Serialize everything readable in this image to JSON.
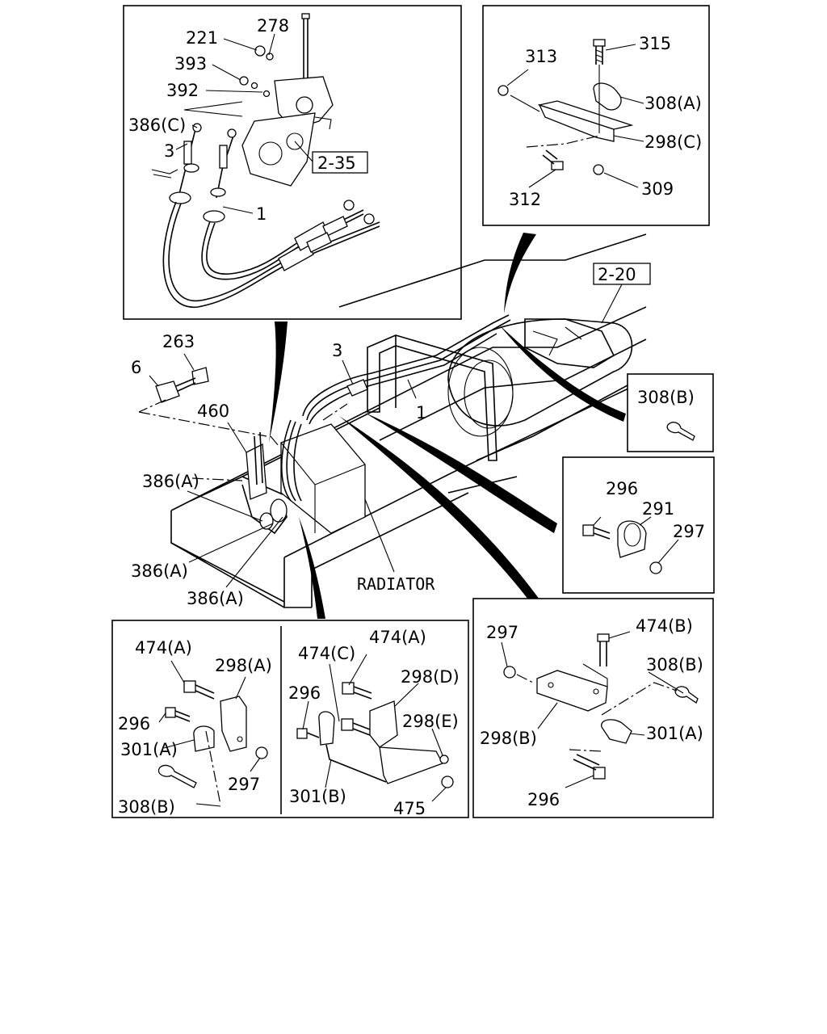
{
  "refs": {
    "ref_2_35": "2-35",
    "ref_2_20": "2-20"
  },
  "text": {
    "radiator": "RADIATOR"
  },
  "panels": {
    "shift_lever": {
      "labels": [
        "221",
        "278",
        "393",
        "392",
        "386(C)",
        "3",
        "1"
      ]
    },
    "bracket_top_right": {
      "labels": [
        "313",
        "315",
        "308(A)",
        "298(C)",
        "312",
        "309"
      ]
    },
    "main": {
      "labels": [
        "263",
        "6",
        "460",
        "3",
        "1",
        "386(A)",
        "386(A)",
        "386(A)"
      ]
    },
    "pin_box": {
      "labels": [
        "308(B)"
      ]
    },
    "clamp_box": {
      "labels": [
        "296",
        "291",
        "297"
      ]
    },
    "bottom_left_a": {
      "labels": [
        "474(A)",
        "298(A)",
        "296",
        "301(A)",
        "297",
        "308(B)"
      ]
    },
    "bottom_left_b": {
      "labels": [
        "474(C)",
        "474(A)",
        "296",
        "298(D)",
        "298(E)",
        "301(B)",
        "475"
      ]
    },
    "bottom_right": {
      "labels": [
        "297",
        "474(B)",
        "308(B)",
        "298(B)",
        "301(A)",
        "296"
      ]
    }
  }
}
